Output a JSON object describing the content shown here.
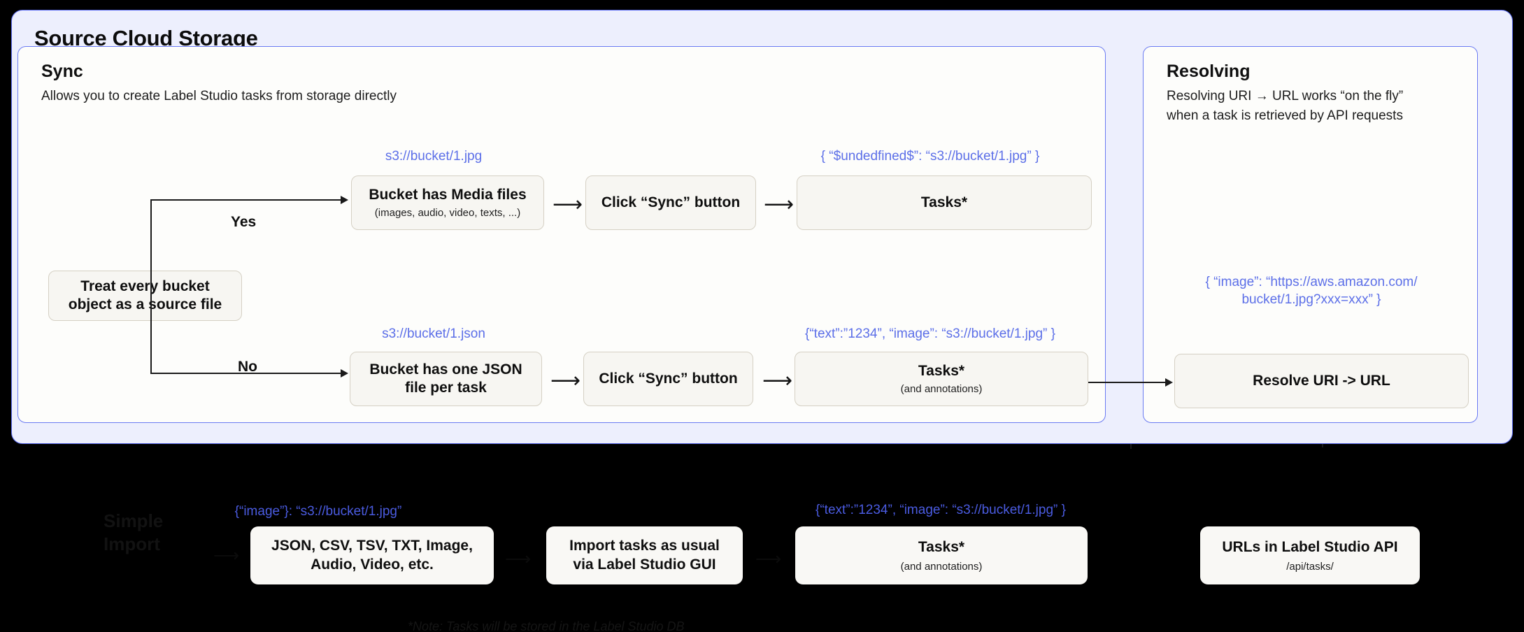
{
  "panel": {
    "title": "Source Cloud Storage",
    "accent_blue": "#5B6BF0",
    "panel_bg": "#EDEFFD",
    "card_bg": "#FDFDFB",
    "flowbox_bg": "#F7F6F2",
    "code_color": "#5C6FE8"
  },
  "sync": {
    "heading": "Sync",
    "subtitle": "Allows you to create Label Studio tasks from storage directly",
    "start_box": "Treat every bucket\nobject as a source file",
    "branch_yes": "Yes",
    "branch_no": "No",
    "yes_row": {
      "uri_label": "s3://bucket/1.jpg",
      "box1_title": "Bucket has Media files",
      "box1_sub": "(images, audio, video, texts, ...)",
      "box2_title": "Click “Sync” button",
      "json_label": "{ “$undedfined$”: “s3://bucket/1.jpg” }",
      "box3_title": "Tasks*"
    },
    "no_row": {
      "uri_label": "s3://bucket/1.json",
      "box1_title": "Bucket has one JSON\nfile per task",
      "box2_title": "Click “Sync” button",
      "json_label": "{“text”:”1234”,  “image”: “s3://bucket/1.jpg” }",
      "box3_title": "Tasks*",
      "box3_sub": "(and annotations)"
    }
  },
  "resolving": {
    "heading": "Resolving",
    "subtitle": "Resolving URI → URL works “on the fly”\nwhen a task is retrieved by API requests",
    "json_label": "{ “image”: “https://aws.amazon.com/\nbucket/1.jpg?xxx=xxx” }",
    "box_title": "Resolve URI -> URL"
  },
  "simple_import": {
    "heading": "Simple\nImport",
    "json_label_1": "{“image”}: “s3://bucket/1.jpg”",
    "box1_title": "JSON, CSV, TSV, TXT, Image,\nAudio, Video, etc.",
    "box2_title": "Import tasks as usual\nvia Label Studio GUI",
    "json_label_2": "{“text”:”1234”,  “image”: “s3://bucket/1.jpg” }",
    "box3_title": "Tasks*",
    "box3_sub": "(and annotations)",
    "box4_title": "URLs in Label Studio API",
    "box4_sub": "/api/tasks/"
  },
  "footnote": "*Note: Tasks will be stored in the Label Studio DB",
  "icons": {
    "arrow_right": "⟶",
    "arrow_right_small": "→"
  }
}
